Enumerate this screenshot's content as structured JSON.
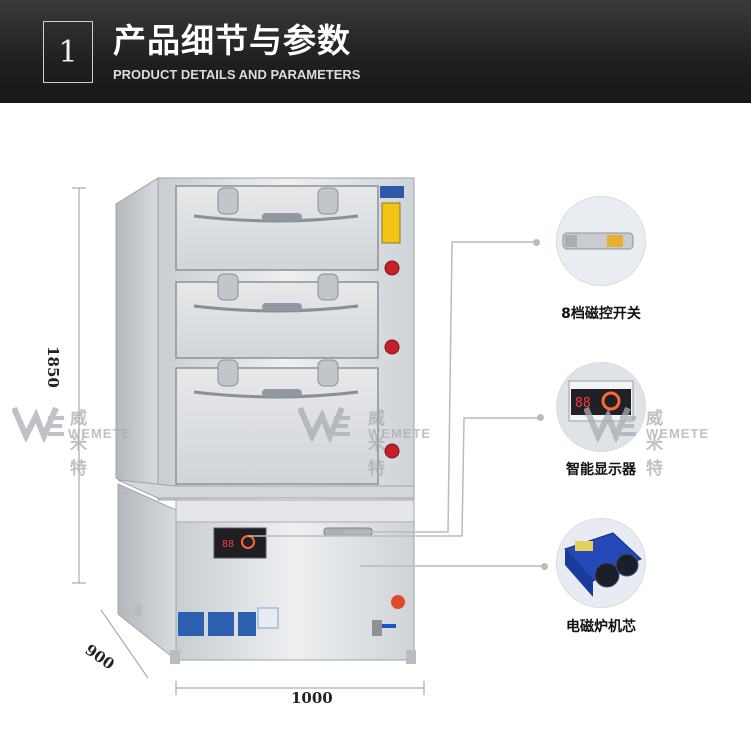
{
  "header": {
    "number": "1",
    "title_cn": "产品细节与参数",
    "title_en": "PRODUCT DETAILS AND PARAMETERS"
  },
  "dimensions": {
    "height": "1850",
    "depth": "900",
    "width": "1000"
  },
  "callouts": [
    {
      "label": "8档磁控开关",
      "icon": "magnetic-switch-icon"
    },
    {
      "label": "智能显示器",
      "icon": "smart-display-icon"
    },
    {
      "label": "电磁炉机芯",
      "icon": "induction-core-icon"
    }
  ],
  "display_readout": "88",
  "watermark": {
    "brand_cn": "威米特",
    "brand_en": "WEMETE"
  },
  "colors": {
    "header_bg": "#1f1f1f",
    "steel": "#d9dcdf",
    "knob_red": "#c8202a",
    "board_blue": "#1a3a9c"
  }
}
